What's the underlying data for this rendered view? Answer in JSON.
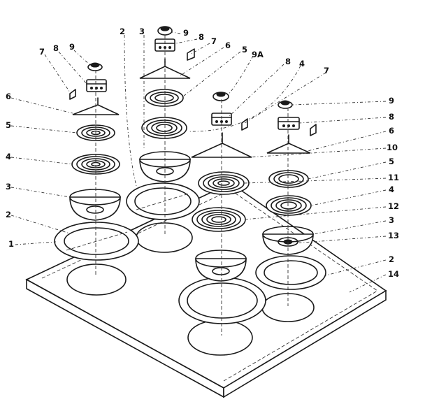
{
  "callouts": [
    {
      "id": "c-2-top",
      "text": "2"
    },
    {
      "id": "c-3-top",
      "text": "3"
    },
    {
      "id": "c-9-top",
      "text": "9"
    },
    {
      "id": "c-8-top",
      "text": "8"
    },
    {
      "id": "c-7-top",
      "text": "7"
    },
    {
      "id": "c-6-top",
      "text": "6"
    },
    {
      "id": "c-5-top",
      "text": "5"
    },
    {
      "id": "c-9a",
      "text": "9A"
    },
    {
      "id": "c-8-mid",
      "text": "8"
    },
    {
      "id": "c-4-mid",
      "text": "4"
    },
    {
      "id": "c-7-right",
      "text": "7"
    },
    {
      "id": "c-7-left",
      "text": "7"
    },
    {
      "id": "c-8-left",
      "text": "8"
    },
    {
      "id": "c-9-left",
      "text": "9"
    },
    {
      "id": "c-6-left",
      "text": "6"
    },
    {
      "id": "c-5-left",
      "text": "5"
    },
    {
      "id": "c-4-left",
      "text": "4"
    },
    {
      "id": "c-3-left",
      "text": "3"
    },
    {
      "id": "c-2-left",
      "text": "2"
    },
    {
      "id": "c-1-left",
      "text": "1"
    },
    {
      "id": "c-9-right",
      "text": "9"
    },
    {
      "id": "c-8-right",
      "text": "8"
    },
    {
      "id": "c-6-right",
      "text": "6"
    },
    {
      "id": "c-10",
      "text": "10"
    },
    {
      "id": "c-5-right",
      "text": "5"
    },
    {
      "id": "c-11",
      "text": "11"
    },
    {
      "id": "c-4-right",
      "text": "4"
    },
    {
      "id": "c-12",
      "text": "12"
    },
    {
      "id": "c-3-right",
      "text": "3"
    },
    {
      "id": "c-13",
      "text": "13"
    },
    {
      "id": "c-2-right",
      "text": "2"
    },
    {
      "id": "c-14",
      "text": "14"
    }
  ]
}
